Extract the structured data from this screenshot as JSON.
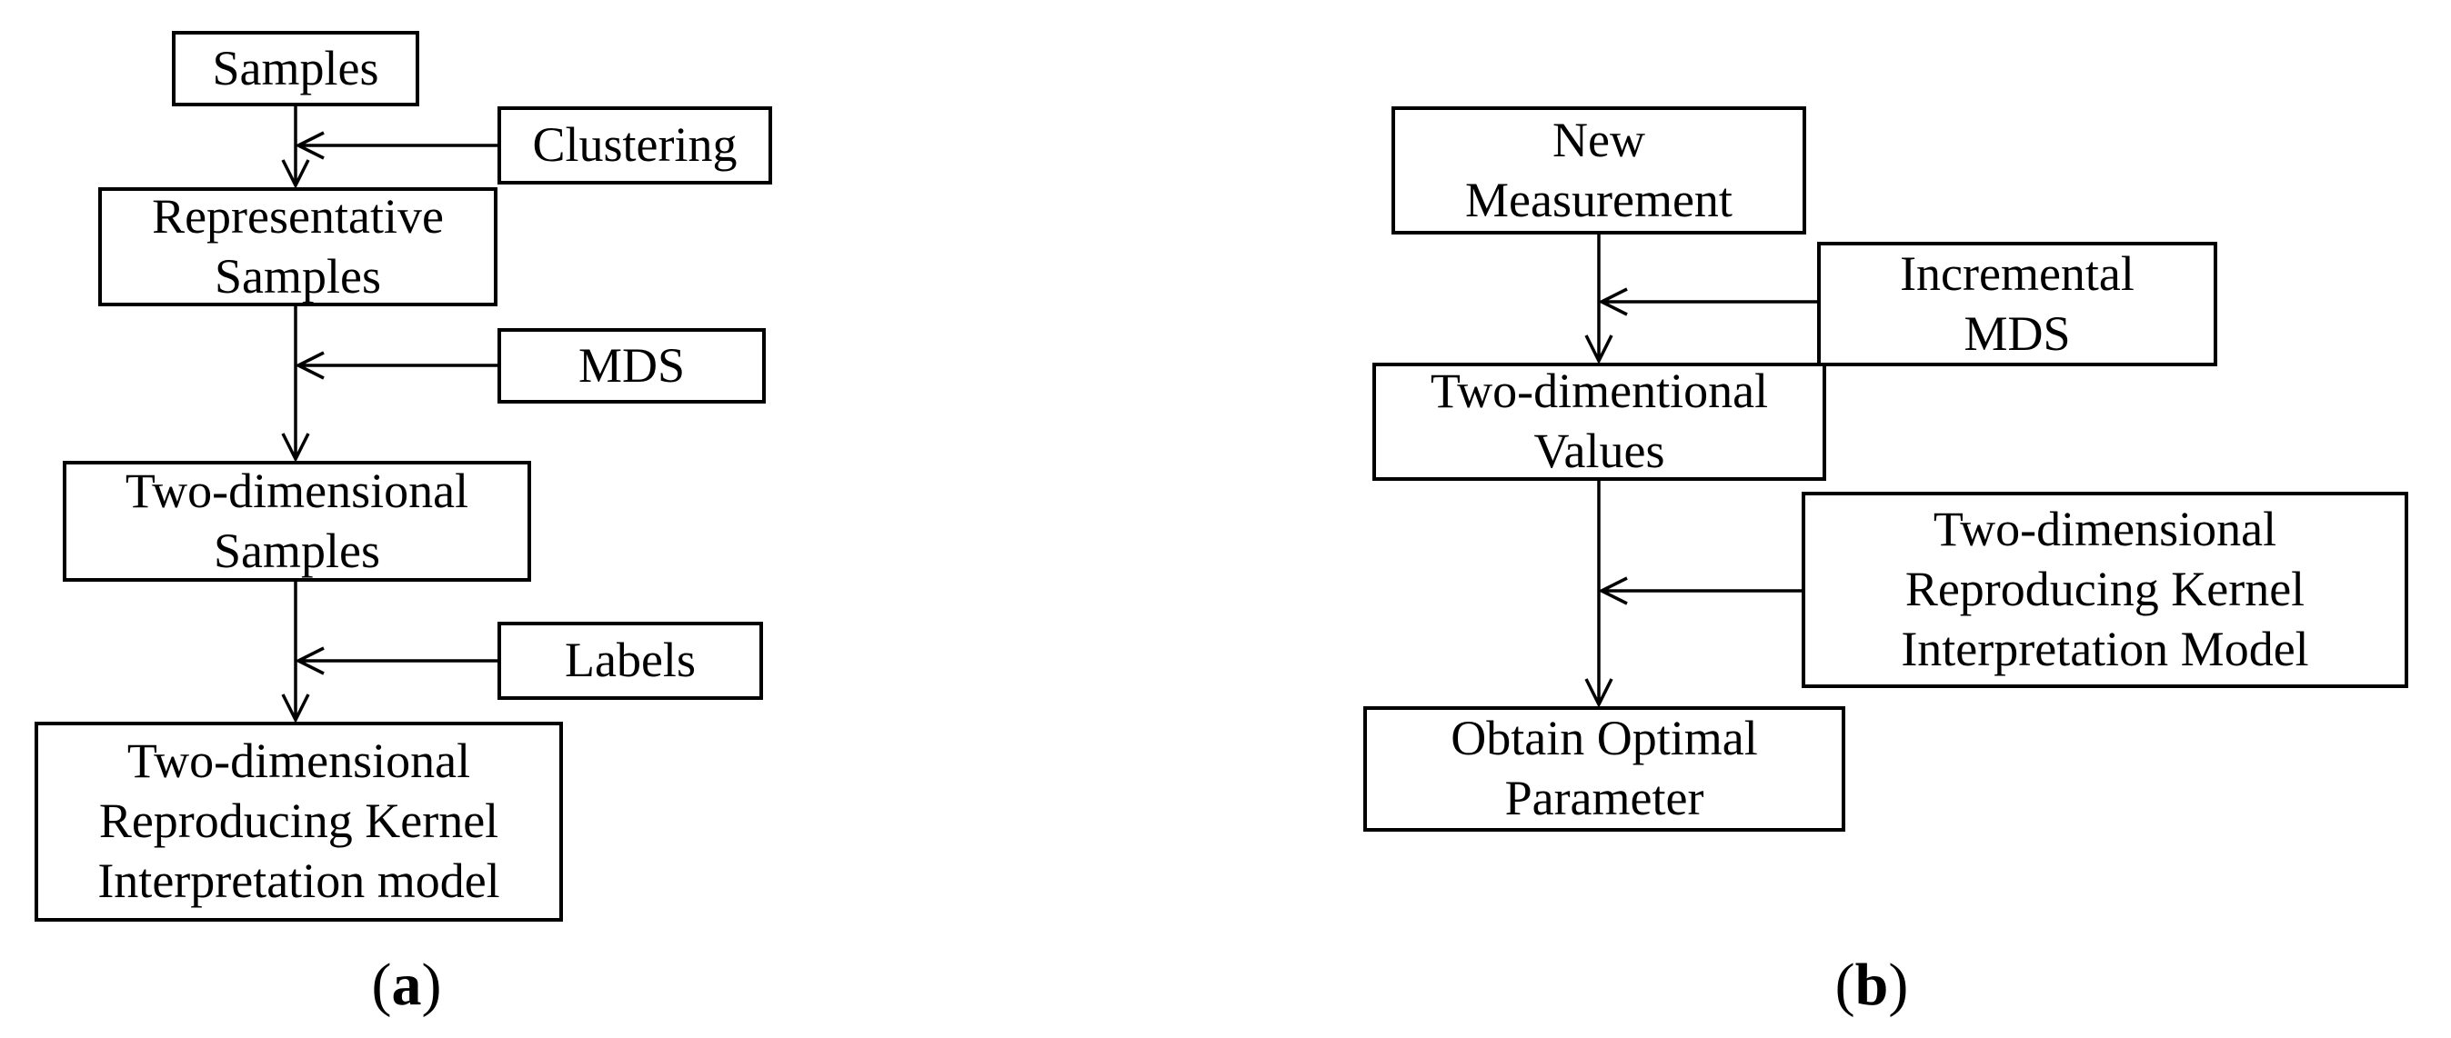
{
  "figure": {
    "background": "#ffffff",
    "line_color": "#000000"
  },
  "diagram_a": {
    "caption": {
      "open": "(",
      "letter": "a",
      "close": ")"
    },
    "boxes": {
      "samples": {
        "lines": [
          "Samples"
        ]
      },
      "clustering": {
        "lines": [
          "Clustering"
        ]
      },
      "representative_samples": {
        "lines": [
          "Representative",
          "Samples"
        ]
      },
      "mds": {
        "lines": [
          "MDS"
        ]
      },
      "two_dimensional_samples": {
        "lines": [
          "Two-dimensional",
          "Samples"
        ]
      },
      "labels": {
        "lines": [
          "Labels"
        ]
      },
      "interpretation_model": {
        "lines": [
          "Two-dimensional",
          "Reproducing Kernel",
          "Interpretation model"
        ]
      }
    }
  },
  "diagram_b": {
    "caption": {
      "open": "(",
      "letter": "b",
      "close": ")"
    },
    "boxes": {
      "new_measurement": {
        "lines": [
          "New",
          "Measurement"
        ]
      },
      "incremental_mds": {
        "lines": [
          "Incremental",
          "MDS"
        ]
      },
      "two_dimentional_values": {
        "lines": [
          "Two-dimentional",
          "Values"
        ]
      },
      "interpretation_model": {
        "lines": [
          "Two-dimensional",
          "Reproducing Kernel",
          "Interpretation Model"
        ]
      },
      "obtain_optimal_parameter": {
        "lines": [
          "Obtain Optimal",
          "Parameter"
        ]
      }
    }
  }
}
